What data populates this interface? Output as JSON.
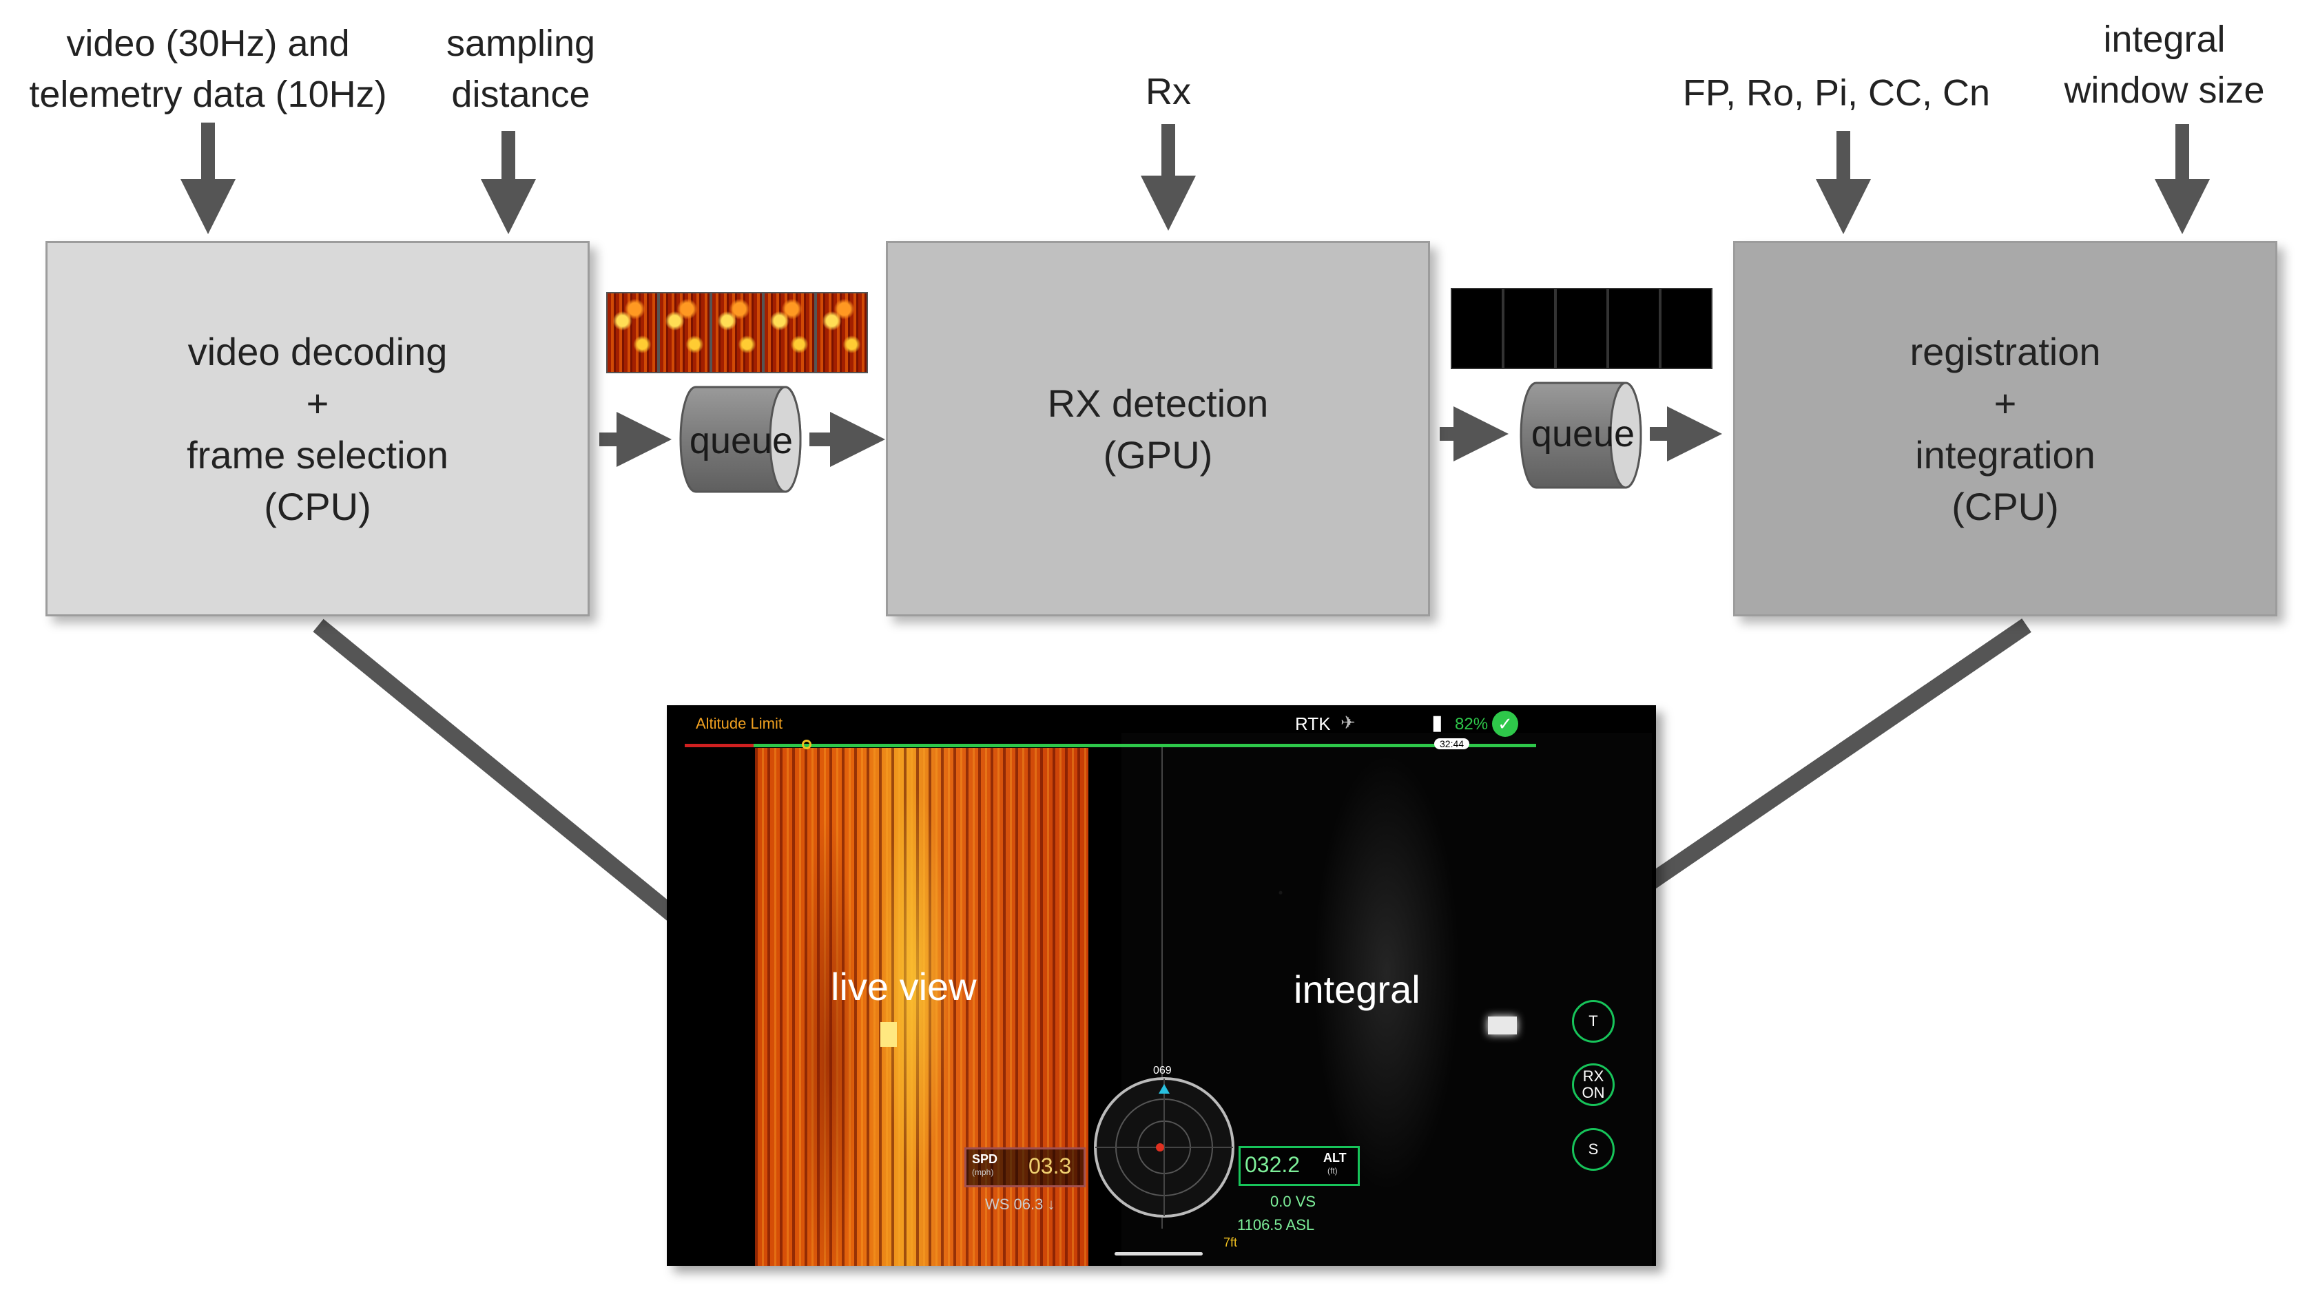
{
  "inputs": {
    "video_telemetry": [
      "video (30Hz) and",
      "telemetry data (10Hz)"
    ],
    "sampling_distance": [
      "sampling",
      "distance"
    ],
    "rx": "Rx",
    "params": "FP, Ro, Pi, CC, Cn",
    "integral_window": [
      "integral",
      "window size"
    ]
  },
  "boxes": {
    "decode": [
      "video decoding",
      "+",
      "frame selection",
      "(CPU)"
    ],
    "rx_detection": [
      "RX detection",
      "(GPU)"
    ],
    "registration": [
      "registration",
      "+",
      "integration",
      "(CPU)"
    ]
  },
  "queues": [
    "queue",
    "queue"
  ],
  "screen": {
    "altitude_limit": "Altitude Limit",
    "rtk": "RTK",
    "battery": "82%",
    "flight_time": "32:44",
    "heading": "069",
    "live_view_label": "live view",
    "integral_label": "integral",
    "spd_label": "SPD",
    "spd_unit": "(mph)",
    "spd_value": "03.3",
    "ws": "WS 06.3 ↓",
    "alt_value": "032.2",
    "alt_label": "ALT",
    "alt_unit": "(ft)",
    "vs": "0.0 VS",
    "asl": "1106.5 ASL",
    "dist": "7ft",
    "buttons": {
      "t": "T",
      "rx_on": [
        "RX",
        "ON"
      ],
      "s": "S"
    }
  },
  "colors": {
    "box_light": "#d9d9d9",
    "box_mid": "#c0c0c0",
    "box_dark": "#a9a9a9",
    "arrow": "#555555",
    "hud_green": "#17c45a",
    "hud_yellow": "#f0c020"
  }
}
